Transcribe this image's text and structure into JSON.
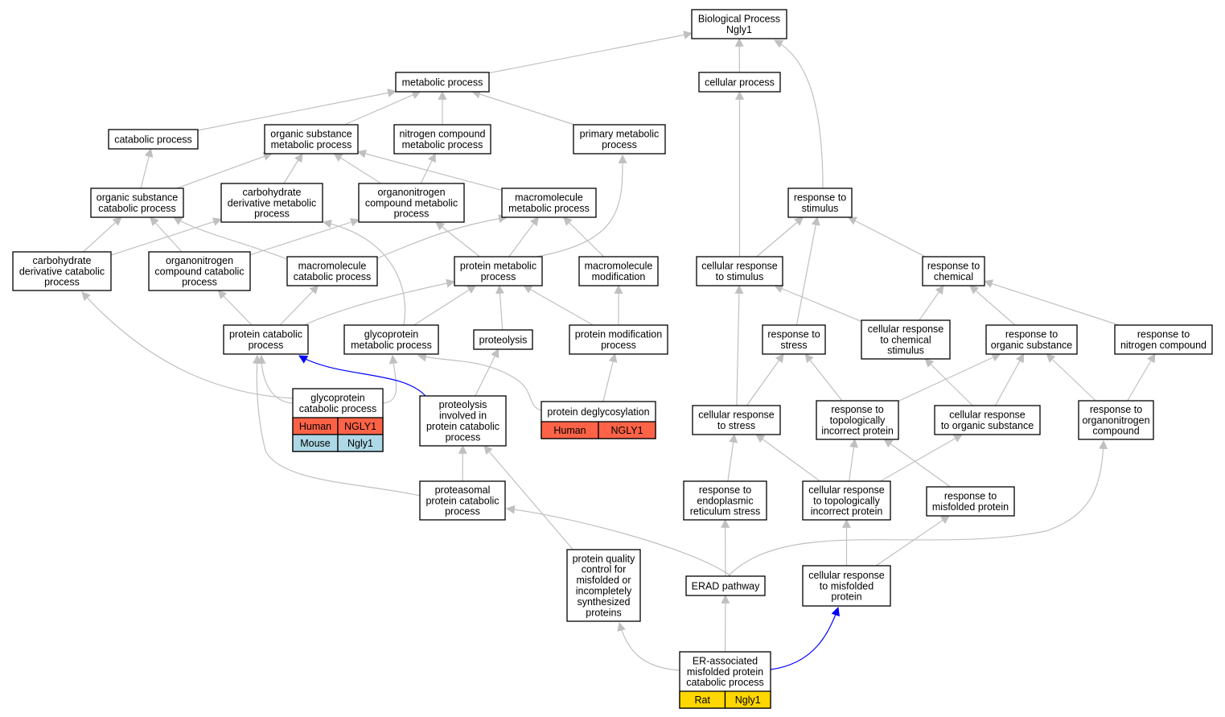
{
  "colors": {
    "human": "#ff6347",
    "mouse": "#add8e6",
    "rat": "#ffd700",
    "edge": "#c0c0c0",
    "highlight_edge": "#0000ff"
  },
  "nodes": {
    "bp": {
      "lines": [
        "Biological Process",
        "Ngly1"
      ]
    },
    "metab": {
      "lines": [
        "metabolic process"
      ]
    },
    "cellproc": {
      "lines": [
        "cellular process"
      ]
    },
    "catab": {
      "lines": [
        "catabolic process"
      ]
    },
    "orgsub": {
      "lines": [
        "organic substance",
        "metabolic process"
      ]
    },
    "nitro": {
      "lines": [
        "nitrogen compound",
        "metabolic process"
      ]
    },
    "primary": {
      "lines": [
        "primary metabolic",
        "process"
      ]
    },
    "orgcat": {
      "lines": [
        "organic substance",
        "catabolic process"
      ]
    },
    "carbder": {
      "lines": [
        "carbohydrate",
        "derivative metabolic",
        "process"
      ]
    },
    "orgnitro": {
      "lines": [
        "organonitrogen",
        "compound metabolic",
        "process"
      ]
    },
    "macromet": {
      "lines": [
        "macromolecule",
        "metabolic process"
      ]
    },
    "respstim": {
      "lines": [
        "response to",
        "stimulus"
      ]
    },
    "carbcat": {
      "lines": [
        "carbohydrate",
        "derivative catabolic",
        "process"
      ]
    },
    "onitrocat": {
      "lines": [
        "organonitrogen",
        "compound catabolic",
        "process"
      ]
    },
    "macrocat": {
      "lines": [
        "macromolecule",
        "catabolic process"
      ]
    },
    "protmet": {
      "lines": [
        "protein metabolic",
        "process"
      ]
    },
    "macromod": {
      "lines": [
        "macromolecule",
        "modification"
      ]
    },
    "cellstim": {
      "lines": [
        "cellular response",
        "to stimulus"
      ]
    },
    "respchem": {
      "lines": [
        "response to",
        "chemical"
      ]
    },
    "protcat": {
      "lines": [
        "protein catabolic",
        "process"
      ]
    },
    "glycomet": {
      "lines": [
        "glycoprotein",
        "metabolic process"
      ]
    },
    "proteol": {
      "lines": [
        "proteolysis"
      ]
    },
    "protmod": {
      "lines": [
        "protein modification",
        "process"
      ]
    },
    "respstress": {
      "lines": [
        "response to",
        "stress"
      ]
    },
    "cellchem": {
      "lines": [
        "cellular response",
        "to chemical",
        "stimulus"
      ]
    },
    "resporg": {
      "lines": [
        "response to",
        "organic substance"
      ]
    },
    "respnitro": {
      "lines": [
        "response to",
        "nitrogen compound"
      ]
    },
    "glycocat": {
      "lines": [
        "glycoprotein",
        "catabolic process"
      ],
      "table": [
        [
          "Human",
          "NGLY1",
          "human"
        ],
        [
          "Mouse",
          "Ngly1",
          "mouse"
        ]
      ]
    },
    "proteolcat": {
      "lines": [
        "proteolysis",
        "involved in",
        "protein catabolic",
        "process"
      ]
    },
    "deglyco": {
      "lines": [
        "protein deglycosylation"
      ],
      "table": [
        [
          "Human",
          "NGLY1",
          "human"
        ]
      ]
    },
    "cellstress": {
      "lines": [
        "cellular response",
        "to stress"
      ]
    },
    "resptopo": {
      "lines": [
        "response to",
        "topologically",
        "incorrect protein"
      ]
    },
    "cellorg": {
      "lines": [
        "cellular response",
        "to organic substance"
      ]
    },
    "respon": {
      "lines": [
        "response to",
        "organonitrogen",
        "compound"
      ]
    },
    "proteas": {
      "lines": [
        "proteasomal",
        "protein catabolic",
        "process"
      ]
    },
    "respER": {
      "lines": [
        "response to",
        "endoplasmic",
        "reticulum stress"
      ]
    },
    "celltopo": {
      "lines": [
        "cellular response",
        "to topologically",
        "incorrect protein"
      ]
    },
    "respmis": {
      "lines": [
        "response to",
        "misfolded protein"
      ]
    },
    "pqc": {
      "lines": [
        "protein quality",
        "control for",
        "misfolded or",
        "incompletely",
        "synthesized",
        "proteins"
      ]
    },
    "erad": {
      "lines": [
        "ERAD pathway"
      ]
    },
    "cellmis": {
      "lines": [
        "cellular response",
        "to misfolded",
        "protein"
      ]
    },
    "eramp": {
      "lines": [
        "ER-associated",
        "misfolded protein",
        "catabolic process"
      ],
      "table": [
        [
          "Rat",
          "Ngly1",
          "rat"
        ]
      ]
    }
  },
  "edges": [
    [
      "metab",
      "bp",
      false
    ],
    [
      "cellproc",
      "bp",
      false
    ],
    [
      "respstim",
      "bp",
      false
    ],
    [
      "catab",
      "metab",
      false
    ],
    [
      "orgsub",
      "metab",
      false
    ],
    [
      "nitro",
      "metab",
      false
    ],
    [
      "primary",
      "metab",
      false
    ],
    [
      "orgcat",
      "catab",
      false
    ],
    [
      "orgcat",
      "orgsub",
      false
    ],
    [
      "carbder",
      "orgsub",
      false
    ],
    [
      "orgnitro",
      "orgsub",
      false
    ],
    [
      "orgnitro",
      "nitro",
      false
    ],
    [
      "macromet",
      "orgsub",
      false
    ],
    [
      "carbcat",
      "orgcat",
      false
    ],
    [
      "carbcat",
      "carbder",
      false
    ],
    [
      "onitrocat",
      "orgcat",
      false
    ],
    [
      "macrocat",
      "orgcat",
      false
    ],
    [
      "macrocat",
      "macromet",
      false
    ],
    [
      "protmet",
      "orgnitro",
      false
    ],
    [
      "protmet",
      "macromet",
      false
    ],
    [
      "protmet",
      "primary",
      false
    ],
    [
      "macromod",
      "macromet",
      false
    ],
    [
      "onitrocat",
      "orgnitro",
      false
    ],
    [
      "cellstim",
      "cellproc",
      false
    ],
    [
      "cellstim",
      "respstim",
      false
    ],
    [
      "respchem",
      "respstim",
      false
    ],
    [
      "protcat",
      "onitrocat",
      false
    ],
    [
      "protcat",
      "macrocat",
      false
    ],
    [
      "protcat",
      "protmet",
      false
    ],
    [
      "glycomet",
      "protmet",
      false
    ],
    [
      "glycomet",
      "carbder",
      false
    ],
    [
      "proteol",
      "protmet",
      false
    ],
    [
      "protmod",
      "protmet",
      false
    ],
    [
      "protmod",
      "macromod",
      false
    ],
    [
      "respstress",
      "respstim",
      false
    ],
    [
      "cellchem",
      "cellstim",
      false
    ],
    [
      "cellchem",
      "respchem",
      false
    ],
    [
      "resporg",
      "respchem",
      false
    ],
    [
      "respnitro",
      "respchem",
      false
    ],
    [
      "glycocat",
      "protcat",
      false
    ],
    [
      "glycocat",
      "glycomet",
      false
    ],
    [
      "glycocat",
      "carbcat",
      false
    ],
    [
      "proteolcat",
      "protcat",
      true
    ],
    [
      "proteolcat",
      "proteol",
      false
    ],
    [
      "deglyco",
      "protmod",
      false
    ],
    [
      "deglyco",
      "glycomet",
      false
    ],
    [
      "cellstress",
      "cellstim",
      false
    ],
    [
      "cellstress",
      "respstress",
      false
    ],
    [
      "resptopo",
      "respstress",
      false
    ],
    [
      "resptopo",
      "resporg",
      false
    ],
    [
      "cellorg",
      "cellchem",
      false
    ],
    [
      "cellorg",
      "resporg",
      false
    ],
    [
      "respon",
      "resporg",
      false
    ],
    [
      "respon",
      "respnitro",
      false
    ],
    [
      "proteas",
      "proteolcat",
      false
    ],
    [
      "proteas",
      "protcat",
      false
    ],
    [
      "respER",
      "cellstress",
      false
    ],
    [
      "celltopo",
      "cellstress",
      false
    ],
    [
      "celltopo",
      "resptopo",
      false
    ],
    [
      "celltopo",
      "cellorg",
      false
    ],
    [
      "respmis",
      "resptopo",
      false
    ],
    [
      "pqc",
      "proteolcat",
      false
    ],
    [
      "erad",
      "respER",
      false
    ],
    [
      "erad",
      "proteas",
      false
    ],
    [
      "erad",
      "respon",
      false
    ],
    [
      "cellmis",
      "celltopo",
      false
    ],
    [
      "cellmis",
      "respmis",
      false
    ],
    [
      "eramp",
      "erad",
      false
    ],
    [
      "eramp",
      "pqc",
      false
    ],
    [
      "eramp",
      "cellmis",
      true
    ]
  ]
}
